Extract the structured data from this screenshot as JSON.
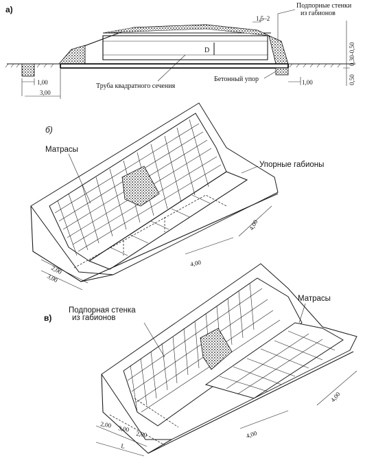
{
  "section_a": {
    "label": "а)",
    "label_retaining_walls": [
      "Подпорные стенки",
      "из габионов"
    ],
    "label_pipe": "Труба квадратного сечения",
    "label_concrete_stop": "Бетонный упор",
    "label_slope": "1,5–2",
    "label_D": "D",
    "dim_100_left": "1,00",
    "dim_300": "3,00",
    "dim_100_right": "1,00",
    "dim_050": "0,50",
    "dim_030_050": "0,30-0,50"
  },
  "section_b": {
    "label": "б)",
    "label_mattresses": "Матрасы",
    "label_stop_gabions": "Упорные габионы",
    "dim_200": "2,00",
    "dim_300": "3,00",
    "dim_400_a": "4,00",
    "dim_400_b": "4,00"
  },
  "section_v": {
    "label": "в)",
    "label_retaining_wall": [
      "Подпорная стенка",
      "из габионов"
    ],
    "label_mattresses": "Матрасы",
    "dim_200_a": "2,00",
    "dim_300": "3,00",
    "dim_200_b": "2,00",
    "dim_L": "L",
    "dim_400_a": "4,00",
    "dim_400_b": "4,00"
  }
}
